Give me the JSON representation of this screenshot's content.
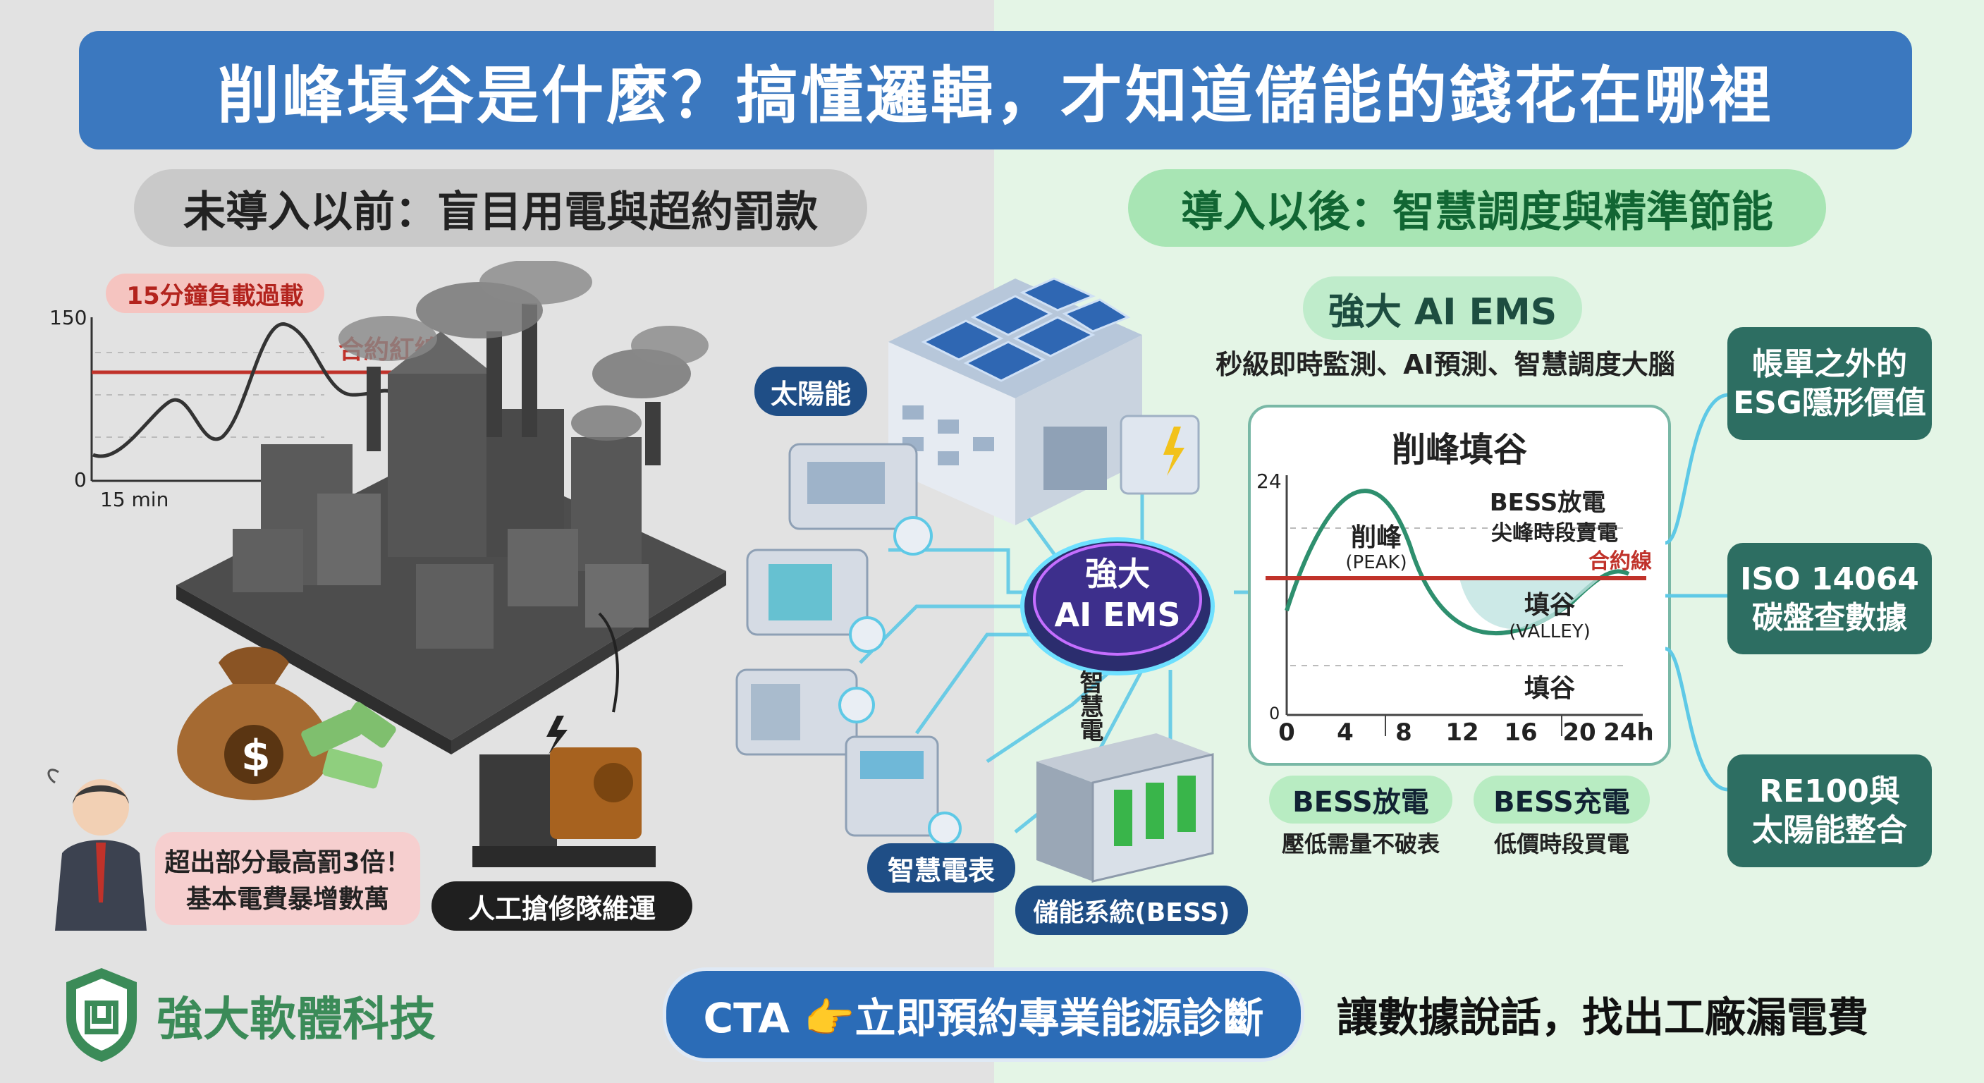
{
  "title": "削峰填谷是什麼？搞懂邏輯，才知道儲能的錢花在哪裡",
  "left_section": {
    "heading": "未導入以前：盲目用電與超約罰款",
    "chart_tag": "15分鐘負載過載",
    "contract_line_label": "合約紅線",
    "y_top": "150",
    "y_bottom": "0",
    "x_label": "15 min",
    "penalty_text_1": "超出部分最高罰3倍！",
    "penalty_text_2": "基本電費暴增數萬",
    "repair_label": "人工搶修隊維運"
  },
  "right_section": {
    "heading": "導入以後：智慧調度與精準節能",
    "ems_title": "強大 AI EMS",
    "ems_subtitle": "秒級即時監測、AI預測、智慧調度大腦",
    "hub_line1": "強大",
    "hub_line2": "AI EMS",
    "vertical_label": "智慧電",
    "solar_label": "太陽能",
    "meter_label": "智慧電表",
    "bess_label": "儲能系統(BESS)"
  },
  "curve_chart": {
    "title": "削峰填谷",
    "y_top": "24",
    "y_bottom": "0",
    "peak_label": "削峰",
    "peak_sub": "(PEAK)",
    "bess_discharge_title": "BESS放電",
    "bess_discharge_sub": "尖峰時段賣電",
    "contract_label": "合約線",
    "valley_label": "填谷",
    "valley_sub": "(VALLEY)",
    "valley_bottom": "填谷",
    "x_ticks": [
      "0",
      "4",
      "8",
      "12",
      "16",
      "20",
      "24h"
    ]
  },
  "bess_boxes": [
    {
      "title": "BESS放電",
      "sub": "壓低需量不破表"
    },
    {
      "title": "BESS充電",
      "sub": "低價時段買電"
    }
  ],
  "side_badges": [
    {
      "line1": "帳單之外的",
      "line2": "ESG隱形價值"
    },
    {
      "line1": "ISO 14064",
      "line2": "碳盤查數據"
    },
    {
      "line1": "RE100與",
      "line2": "太陽能整合"
    }
  ],
  "footer": {
    "logo_text": "強大軟體科技",
    "cta_text": "CTA 👉立即預約專業能源診斷",
    "tagline": "讓數據說話，找出工廠漏電費"
  },
  "colors": {
    "title_bg": "#3b78bf",
    "contract_red": "#c0322a",
    "green_badge": "#2d6e62",
    "navy_badge": "#1f4e86"
  }
}
